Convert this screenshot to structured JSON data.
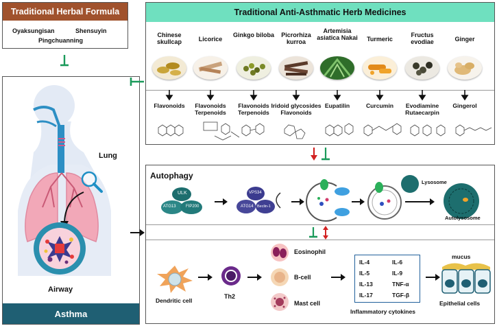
{
  "formula": {
    "title": "Traditional Herbal Formula",
    "items": [
      "Oyaksungisan",
      "Shensuyin",
      "Pingchuanning"
    ]
  },
  "herbs": {
    "title": "Traditional Anti-Asthmatic Herb Medicines",
    "items": [
      {
        "name": "Chinese skullcap",
        "compound": "Flavonoids"
      },
      {
        "name": "Licorice",
        "compound": "Flavonoids Terpenoids"
      },
      {
        "name": "Ginkgo biloba",
        "compound": "Flavonoids Terpenoids"
      },
      {
        "name": "Picrorhiza kurroa",
        "compound": "Iridoid glycosides Flavonoids"
      },
      {
        "name": "Artemisia asiatica Nakai",
        "compound": "Eupatilin"
      },
      {
        "name": "Turmeric",
        "compound": "Curcumin"
      },
      {
        "name": "Fructus evodiae",
        "compound": "Evodiamine Rutaecarpin"
      },
      {
        "name": "Ginger",
        "compound": "Gingerol"
      }
    ]
  },
  "body": {
    "lung_label": "Lung",
    "airway_label": "Airway",
    "asthma_label": "Asthma"
  },
  "autophagy": {
    "title": "Autophagy",
    "ulk": "ULK",
    "atg13": "ATG13",
    "fip200": "FIP200",
    "vps34": "VPS34",
    "atg14": "ATG14",
    "beclin1": "Beclin-1",
    "lysosome": "Lysosome",
    "autolysosome": "Autolysosome"
  },
  "immune": {
    "dendritic": "Dendritic cell",
    "th2": "Th2",
    "eosinophil": "Eosinophil",
    "bcell": "B-cell",
    "mast": "Mast cell",
    "cytokines": [
      "IL-4",
      "IL-6",
      "IL-5",
      "IL-9",
      "IL-13",
      "TNF-α",
      "IL-17",
      "TGF-β"
    ],
    "cytokines_label": "Inflammatory cytokines",
    "mucus": "mucus",
    "epithelial": "Epithelial cells"
  },
  "colors": {
    "formula_header": "#a0522d",
    "herbs_header": "#6fe0bf",
    "asthma_bar": "#1f5f73",
    "inhibit": "#1a9a5a",
    "red_arrow": "#d22222",
    "autophagy_teal": "#1d6e6e"
  }
}
